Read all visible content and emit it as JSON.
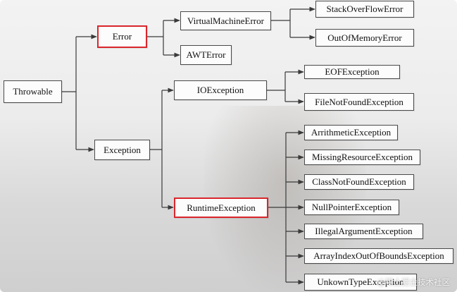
{
  "diagram": {
    "nodes": {
      "throwable": "Throwable",
      "error": "Error",
      "exception": "Exception",
      "virtual_machine_error": "VirtualMachineError",
      "awt_error": "AWTError",
      "stack_overflow_error": "StackOverFlowError",
      "out_of_memory_error": "OutOfMemoryError",
      "io_exception": "IOException",
      "eof_exception": "EOFException",
      "file_not_found_exception": "FileNotFoundException",
      "runtime_exception": "RuntimeException",
      "arithmetic_exception": "ArrithmeticException",
      "missing_resource_exception": "MissingResourceException",
      "class_not_found_exception": "ClassNotFoundException",
      "null_pointer_exception": "NullPointerException",
      "illegal_argument_exception": "IllegalArgumentException",
      "array_index_out_of_bounds_exception": "ArrayIndexOutOfBoundsException",
      "unknown_type_exception": "UnkownTypeException"
    },
    "highlighted": [
      "error",
      "runtime_exception"
    ],
    "highlight_color": "#d9262c",
    "line_color": "#3a3a3a"
  },
  "watermark": "@稀土掘金技术社区"
}
